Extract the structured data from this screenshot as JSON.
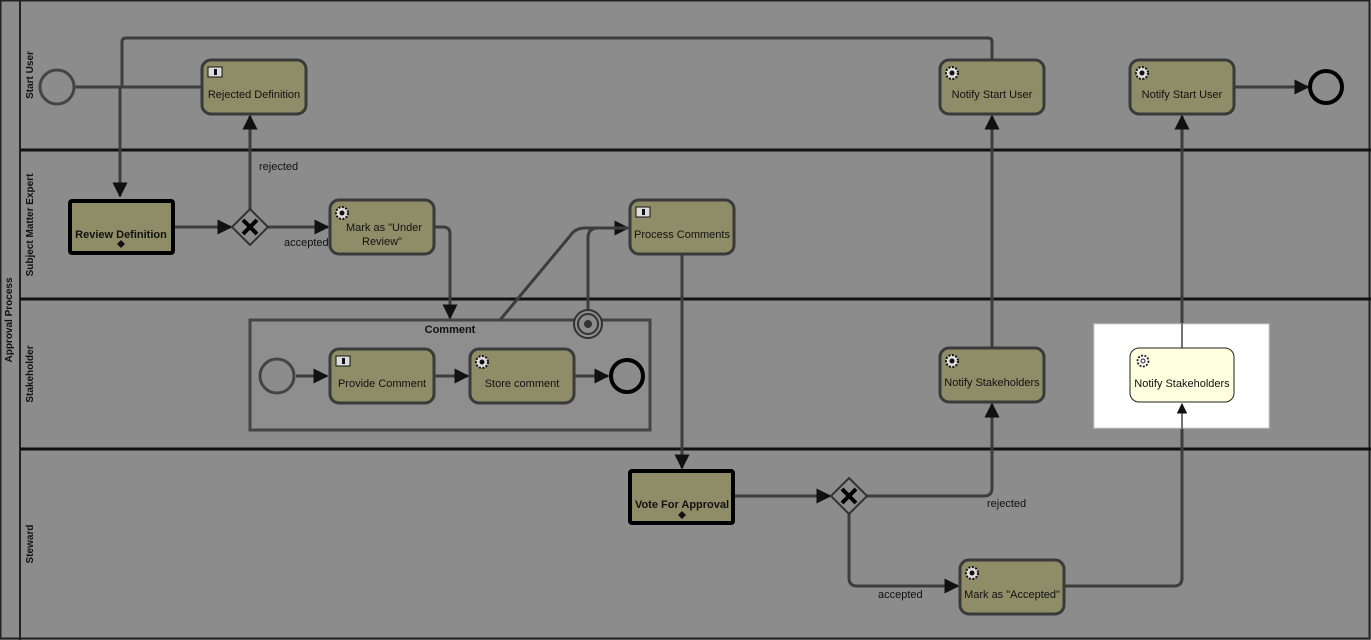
{
  "pool": {
    "label": "Approval Process"
  },
  "lanes": [
    {
      "id": "start-user",
      "label": "Start User"
    },
    {
      "id": "sme",
      "label": "Subject Matter Expert"
    },
    {
      "id": "stakeholder",
      "label": "Stakeholder"
    },
    {
      "id": "steward",
      "label": "Steward"
    }
  ],
  "tasks": {
    "rejected_definition": "Rejected Definition",
    "notify_start_user_1": "Notify Start User",
    "notify_start_user_2": "Notify Start User",
    "review_definition": "Review Definition",
    "mark_under_review_1": "Mark as \"Under",
    "mark_under_review_2": "Review\"",
    "process_comments": "Process Comments",
    "provide_comment": "Provide Comment",
    "store_comment": "Store comment",
    "notify_stakeholders": "Notify Stakeholders",
    "notify_stakeholders_selected": "Notify Stakeholders",
    "vote_for_approval": "Vote For Approval",
    "mark_accepted": "Mark as \"Accepted\""
  },
  "subprocess": {
    "label": "Comment"
  },
  "edge_labels": {
    "rejected_1": "rejected",
    "accepted_1": "accepted",
    "rejected_2": "rejected",
    "accepted_2": "accepted"
  },
  "colors": {
    "overlay": "#8c8c8c",
    "task_fill": "#8f8d68",
    "selected_fill": "#ffffe0",
    "selection_box": "#ffffff"
  }
}
